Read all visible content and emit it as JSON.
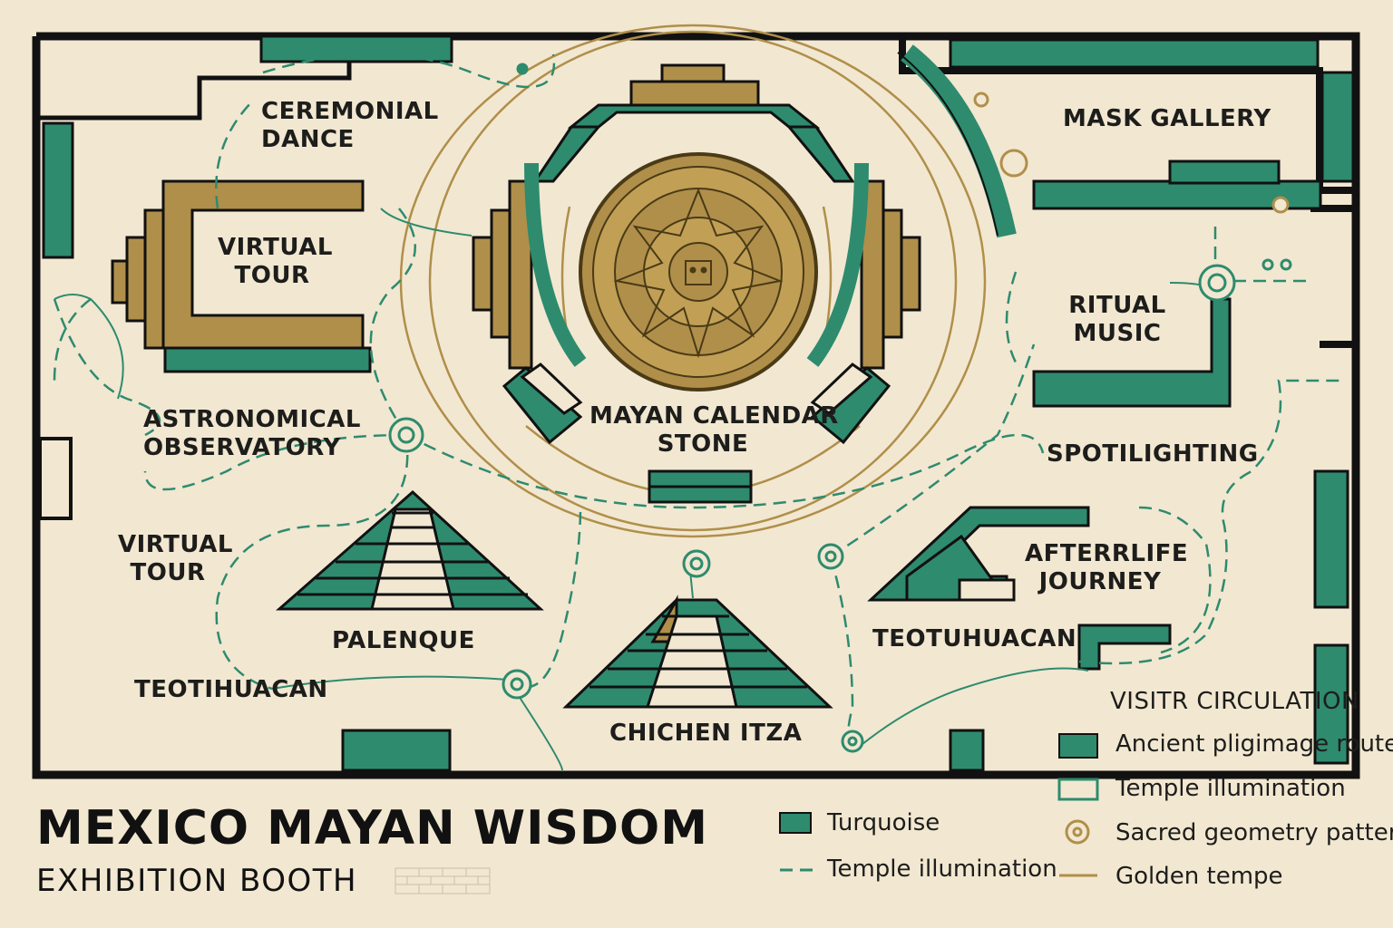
{
  "colors": {
    "background": "#f2e8d2",
    "wall": "#111111",
    "turquoise": "#2e8b6e",
    "gold": "#b08f4a",
    "route": "#2e8b6e",
    "golden_line": "#b08f4a"
  },
  "title": "MEXICO MAYAN WISDOM",
  "subtitle": "EXHIBITION BOOTH",
  "zones": {
    "ceremonial_dance": "CEREMONIAL\nDANCE",
    "virtual_tour_top": "VIRTUAL\nTOUR",
    "astronomical_observatory": "ASTRONOMICAL\nOBSERVATORY",
    "virtual_tour_left": "VIRTUAL\nTOUR",
    "palenque": "PALENQUE",
    "teotihuacan_left": "TEOTIHUACAN",
    "mayan_calendar_stone": "MAYAN CALENDAR\nSTONE",
    "chichen_itza": "CHICHEN ITZA",
    "mask_gallery": "MASK GALLERY",
    "ritual_music": "RITUAL\nMUSIC",
    "spotlighting": "SPOTILIGHTING",
    "afterlife_journey": "AFTERRLIFE\nJOURNEY",
    "teotuhuacan_right": "TEOTUHUACAN"
  },
  "legend_left": {
    "turquoise": "Turquoise",
    "temple_illumination": "Temple illumination"
  },
  "legend_right": {
    "heading": "VISITR CIRCULATION",
    "ancient_route": "Ancient pligimage route",
    "temple_illumination": "Temple illumination",
    "sacred_geometry": "Sacred geometry patterns",
    "golden_temple": "Golden tempe"
  },
  "icons": {
    "calendar": "aztec-calendar-icon",
    "node": "circle-node-icon",
    "pyramid": "pyramid-icon"
  }
}
